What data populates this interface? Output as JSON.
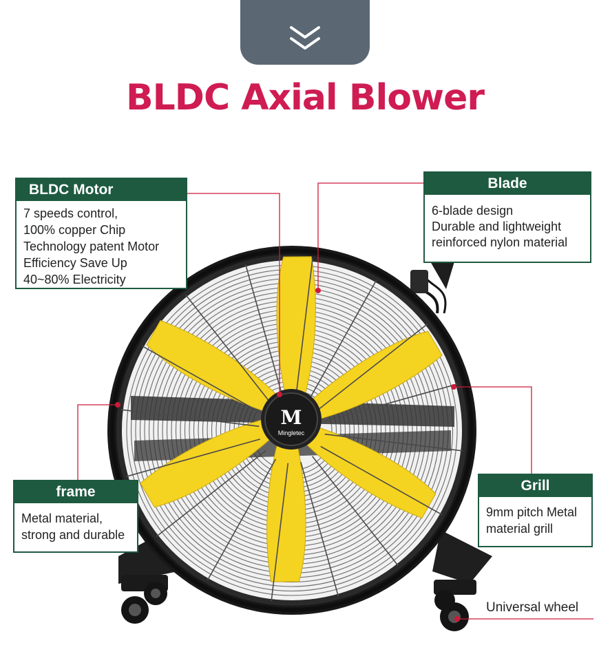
{
  "title": "BLDC Axial Blower",
  "scroll_icon": "double-chevron-down-icon",
  "brand": {
    "logo_letter": "M",
    "name": "Mingletec"
  },
  "callouts": {
    "motor": {
      "title": "BLDC Motor",
      "lines": [
        "7 speeds control,",
        "100% copper Chip",
        "Technology patent Motor",
        "Efficiency Save Up",
        "40~80% Electricity"
      ]
    },
    "blade": {
      "title": "Blade",
      "lines": [
        "6-blade design",
        "Durable and lightweight",
        "reinforced nylon material"
      ]
    },
    "frame": {
      "title": "frame",
      "lines": [
        "Metal material,",
        "strong and durable"
      ]
    },
    "grill": {
      "title": "Grill",
      "lines": [
        "9mm pitch Metal",
        "material grill"
      ]
    },
    "wheel": {
      "label": "Universal wheel"
    }
  },
  "colors": {
    "title": "#cf1c52",
    "callout_header": "#1e5a40",
    "leader_line": "#cc1b3a",
    "blade": "#f5d321",
    "frame": "#1c1c1c",
    "top_tab": "#5b6874"
  }
}
